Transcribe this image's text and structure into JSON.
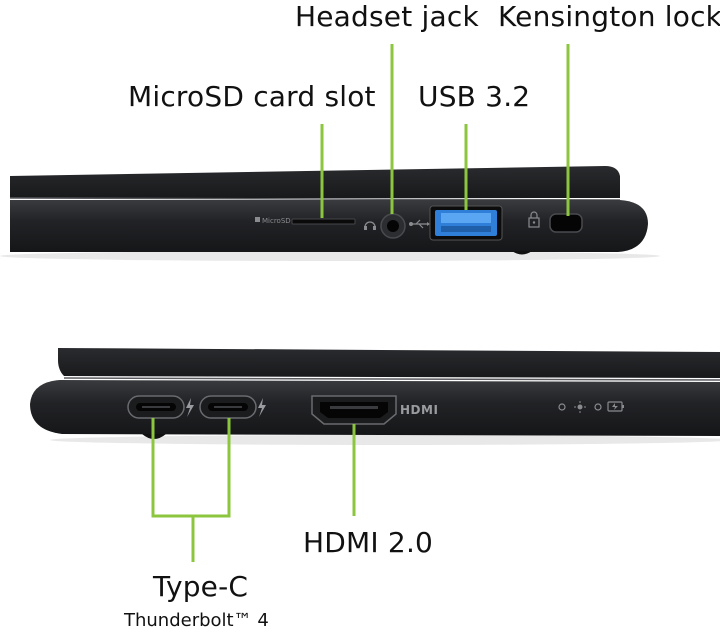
{
  "labels": {
    "headset_jack": "Headset jack",
    "kensington_lock": "Kensington lock",
    "microsd_slot": "MicroSD card slot",
    "usb": "USB 3.2",
    "hdmi": "HDMI 2.0",
    "type_c": "Type-C",
    "thunderbolt": "Thunderbolt™ 4"
  },
  "port_prints": {
    "microsd": "MicroSD",
    "hdmi": "HDMI"
  },
  "colors": {
    "leader_line": "#8cc63f",
    "chassis": "#1e1f21",
    "usb_blue": "#2f7fd8",
    "background": "#ffffff"
  },
  "icons": [
    "headset-icon",
    "usb-icon",
    "lock-icon",
    "lightning-icon",
    "power-led-icon",
    "sleep-led-icon",
    "battery-led-icon"
  ]
}
